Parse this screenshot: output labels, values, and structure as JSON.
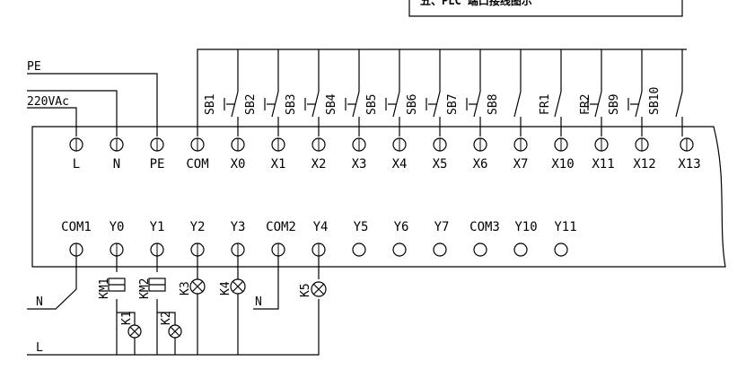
{
  "title_box": {
    "text": "五、PLC 端口接线图示"
  },
  "supply": {
    "pe": "PE",
    "ac": "220VAc"
  },
  "inputs": [
    "L",
    "N",
    "PE",
    "COM",
    "X0",
    "X1",
    "X2",
    "X3",
    "X4",
    "X5",
    "X6",
    "X7",
    "X10",
    "X11",
    "X12",
    "X13"
  ],
  "switches": [
    "SB1",
    "SB2",
    "SB3",
    "SB4",
    "SB5",
    "SB6",
    "SB7",
    "SB8",
    "FR1",
    "FR2",
    "SB9",
    "SB10"
  ],
  "outputs": [
    "COM1",
    "Y0",
    "Y1",
    "Y2",
    "Y3",
    "COM2",
    "Y4",
    "Y5",
    "Y6",
    "Y7",
    "COM3",
    "Y10",
    "Y11"
  ],
  "loads": {
    "km1": "KM1",
    "km2": "KM2",
    "k1": "K1",
    "k2": "K2",
    "k3": "K3",
    "k4": "K4",
    "k5": "K5"
  },
  "rails": {
    "n1": "N",
    "n2": "N",
    "l": "L"
  }
}
